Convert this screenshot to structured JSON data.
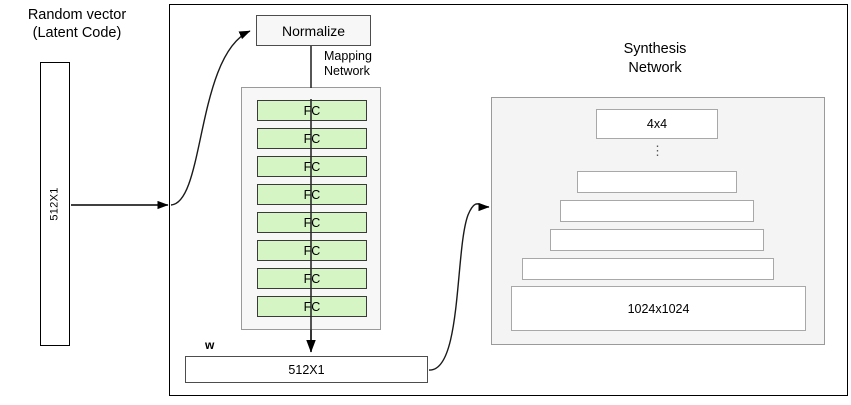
{
  "diagram": {
    "title_random": "Random vector\n(Latent Code)",
    "latent_label": "512X1",
    "normalize_label": "Normalize",
    "mapping_label": "Mapping\nNetwork",
    "fc_label": "FC",
    "fc_count": 8,
    "fc_layers": [
      "FC",
      "FC",
      "FC",
      "FC",
      "FC",
      "FC",
      "FC",
      "FC"
    ],
    "w_label": "w",
    "w_vector_label": "512X1",
    "synthesis_label": "Synthesis\nNetwork",
    "synthesis_first_label": "4x4",
    "synthesis_dots": "⋮",
    "synthesis_last_label": "1024x1024",
    "synthesis_blocks": [
      "4x4",
      "",
      "",
      "",
      "",
      "1024x1024"
    ],
    "colors": {
      "fc_fill": "#d5f5c4",
      "fc_stroke": "#3a3a3a",
      "panel_fill": "#f4f4f4",
      "panel_stroke": "#9a9a9a",
      "box_fill": "#ffffff",
      "box_stroke": "#a8a8a8",
      "line": "#000000",
      "normalize_fill": "#f7f7f7"
    }
  }
}
